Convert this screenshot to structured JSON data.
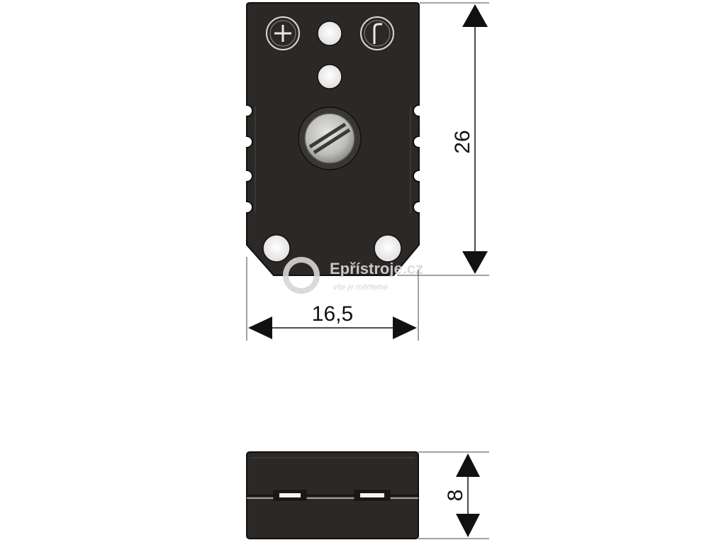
{
  "dimensions": {
    "height_label": "26",
    "width_label": "16,5",
    "depth_label": "8"
  },
  "symbols": {
    "left_pin_marking": "plus-sign",
    "right_pin_marking": "hook-symbol"
  },
  "watermark": {
    "site": "Epřístroje.cz",
    "tagline": "vše je měřitelné"
  },
  "colors": {
    "body": "#2b2826",
    "outline": "#111111",
    "hole": "#ffffff",
    "screw": "#c9c9c5",
    "watermark": "#d9d9d9"
  }
}
